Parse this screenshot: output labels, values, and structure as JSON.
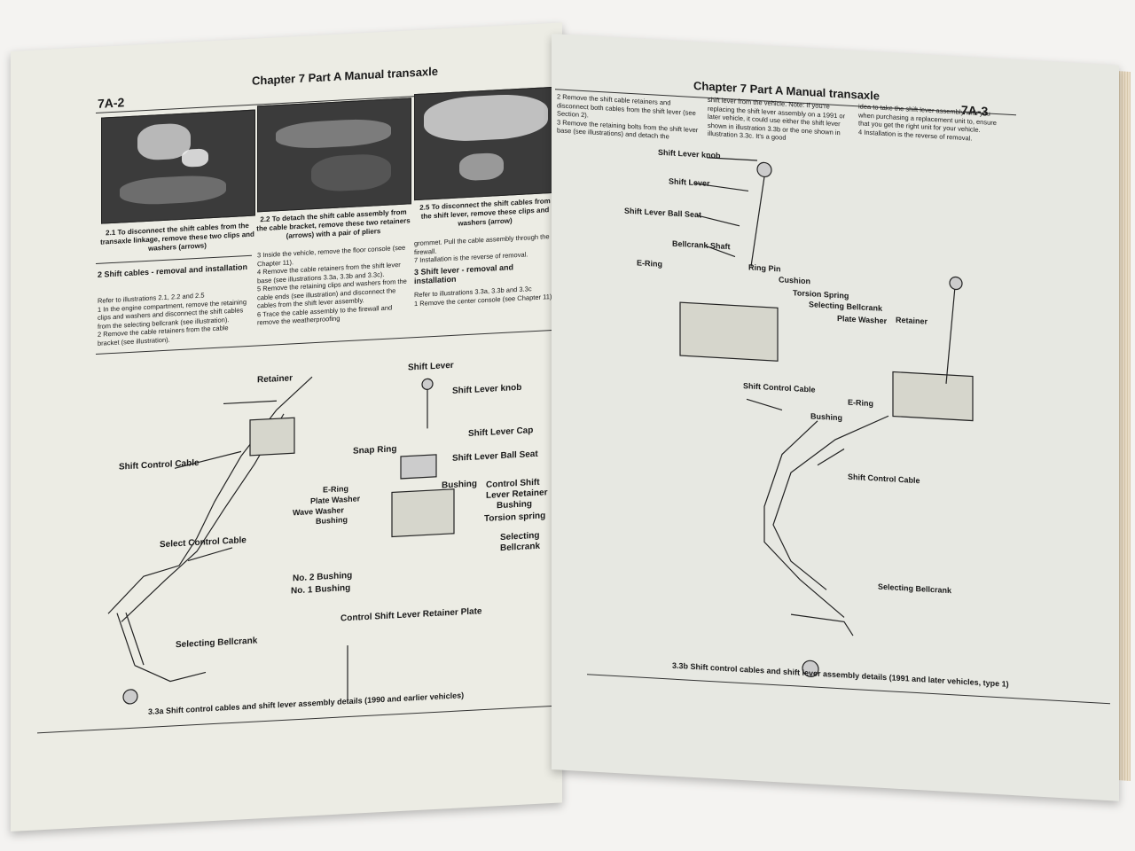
{
  "left_page": {
    "page_number": "7A-2",
    "header": "Chapter 7  Part A  Manual transaxle",
    "captions": {
      "c21": "2.1 To disconnect the shift cables from the transaxle linkage, remove these two clips and washers (arrows)",
      "c22": "2.2 To detach the shift cable assembly from the cable bracket, remove these two retainers (arrows) with a pair of pliers",
      "c25": "2.5 To disconnect the shift cables from the shift lever, remove these clips and washers (arrow)"
    },
    "section2_title": "2   Shift cables - removal and installation",
    "section2_body": "Refer to illustrations 2.1, 2.2 and 2.5\n1  In the engine compartment, remove the retaining clips and washers and disconnect the shift cables from the selecting bellcrank (see illustration).\n2  Remove the cable retainers from the cable bracket (see illustration).",
    "col2_body": "3  Inside the vehicle, remove the floor console (see Chapter 11).\n4  Remove the cable retainers from the shift lever base (see illustrations 3.3a, 3.3b and 3.3c).\n5  Remove the retaining clips and washers from the cable ends (see illustration) and disconnect the cables from the shift lever assembly.\n6  Trace the cable assembly to the firewall and remove the weatherproofing",
    "col3_body": "grommet. Pull the cable assembly through the firewall.\n7  Installation is the reverse of removal.",
    "section3_title": "3   Shift lever - removal and installation",
    "section3_body": "Refer to illustrations 3.3a, 3.3b and 3.3c\n1  Remove the center console (see Chapter 11).",
    "labels": {
      "retainer": "Retainer",
      "shift_lever": "Shift Lever",
      "shift_lever_knob": "Shift Lever knob",
      "shift_control_cable": "Shift Control Cable",
      "shift_lever_cap": "Shift Lever Cap",
      "snap_ring": "Snap Ring",
      "shift_lever_ball_seat": "Shift Lever Ball Seat",
      "bushing": "Bushing",
      "control_shift": "Control Shift",
      "lever_retainer": "Lever Retainer",
      "e_ring": "E-Ring",
      "plate_washer": "Plate Washer",
      "wave_washer": "Wave Washer",
      "bushing2": "Bushing",
      "bushing3": "Bushing",
      "torsion_spring": "Torsion spring",
      "select_control_cable": "Select Control Cable",
      "selecting": "Selecting",
      "bellcrank": "Bellcrank",
      "no2_bushing": "No. 2 Bushing",
      "no1_bushing": "No. 1 Bushing",
      "control_shift_lever_retainer_plate": "Control Shift Lever Retainer Plate",
      "selecting_bellcrank": "Selecting Bellcrank"
    },
    "figure_caption": "3.3a  Shift control cables and shift lever assembly details (1990 and earlier vehicles)"
  },
  "right_page": {
    "page_number": "7A-3",
    "header": "Chapter 7  Part A  Manual transaxle",
    "col1_body": "2  Remove the shift cable retainers and disconnect both cables from the shift lever (see Section 2).\n3  Remove the retaining bolts from the shift lever base (see illustrations) and detach the",
    "col2_body": "shift lever from the vehicle. Note: If you're replacing the shift lever assembly on a 1991 or later vehicle, it could use either the shift lever shown in illustration 3.3b or the one shown in illustration 3.3c. It's a good",
    "col3_body": "idea to take the shift lever assembly with you when purchasing a replacement unit to, ensure that you get the right unit for your vehicle.\n4  Installation is the reverse of removal.",
    "labels": {
      "shift_lever_knob": "Shift Lever knob",
      "shift_lever": "Shift Lever",
      "shift_lever_ball_seat": "Shift Lever Ball Seat",
      "bellcrank_shaft": "Bellcrank Shaft",
      "e_ring": "E-Ring",
      "ring_pin": "Ring Pin",
      "cushion": "Cushion",
      "torsion_spring": "Torsion Spring",
      "selecting_bellcrank": "Selecting Bellcrank",
      "plate_washer": "Plate Washer",
      "retainer": "Retainer",
      "shift_control_cable": "Shift Control Cable",
      "e_ring2": "E-Ring",
      "bushing": "Bushing",
      "shift_control_cable2": "Shift Control Cable",
      "selecting_bellcrank2": "Selecting Bellcrank"
    },
    "figure_caption": "3.3b  Shift control cables and shift lever assembly details (1991 and later vehicles, type 1)"
  },
  "colors": {
    "paper": "#ecece4",
    "ink": "#1a1a1a",
    "photo": "#3b3b3b",
    "page_edge": "#e9dcc6"
  }
}
